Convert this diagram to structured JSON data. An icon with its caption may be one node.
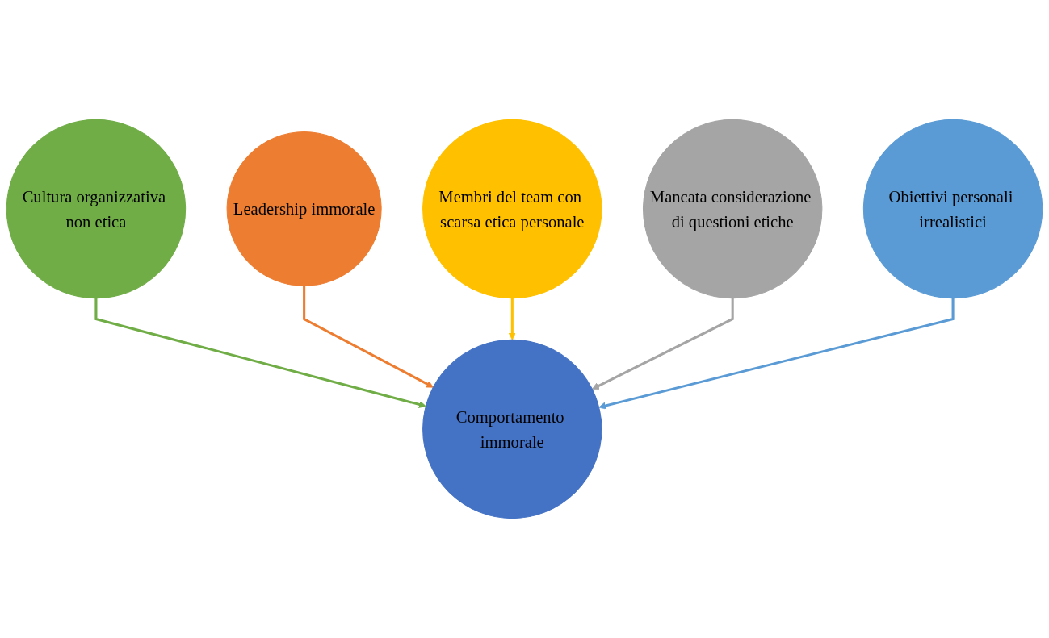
{
  "diagram": {
    "nodes": [
      {
        "text": [
          "Cultura organizzativa non etica"
        ]
      },
      {
        "text": [
          "Leadership immorale"
        ]
      },
      {
        "text": [
          "Membri del team con scarsa etica personale"
        ]
      },
      {
        "text": [
          "Comportamento immorale"
        ]
      },
      {
        "text": [
          "Mancata considerazione di questioni etiche"
        ]
      },
      {
        "text": [
          "Obiettivi personali irrealistici"
        ]
      }
    ],
    "edges": [
      {
        "from": 0,
        "to": 3,
        "arrow": "to",
        "color": "#70ad47"
      },
      {
        "from": 1,
        "to": 3,
        "arrow": "to",
        "color": "#ed7d31"
      },
      {
        "from": 2,
        "to": 3,
        "arrow": "to",
        "color": "#ffc000"
      },
      {
        "from": 4,
        "to": 3,
        "arrow": "to",
        "color": "#a5a5a5"
      },
      {
        "from": 5,
        "to": 3,
        "arrow": "to",
        "color": "#5b9bd5"
      }
    ]
  }
}
